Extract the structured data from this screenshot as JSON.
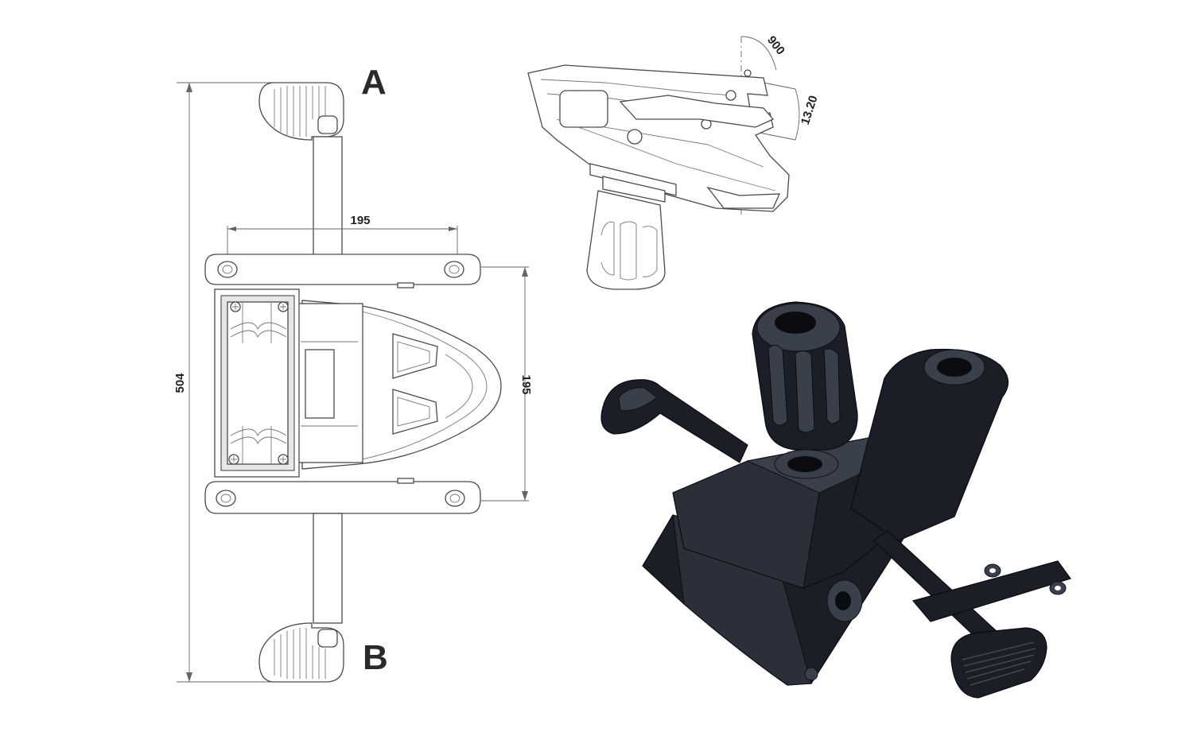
{
  "labels": {
    "a": "A",
    "b": "B"
  },
  "dimensions": {
    "overall_length": "504",
    "hole_spacing_top": "195",
    "hole_spacing_side": "195",
    "tilt_angle": "900",
    "tilt_limit": "13.20"
  }
}
